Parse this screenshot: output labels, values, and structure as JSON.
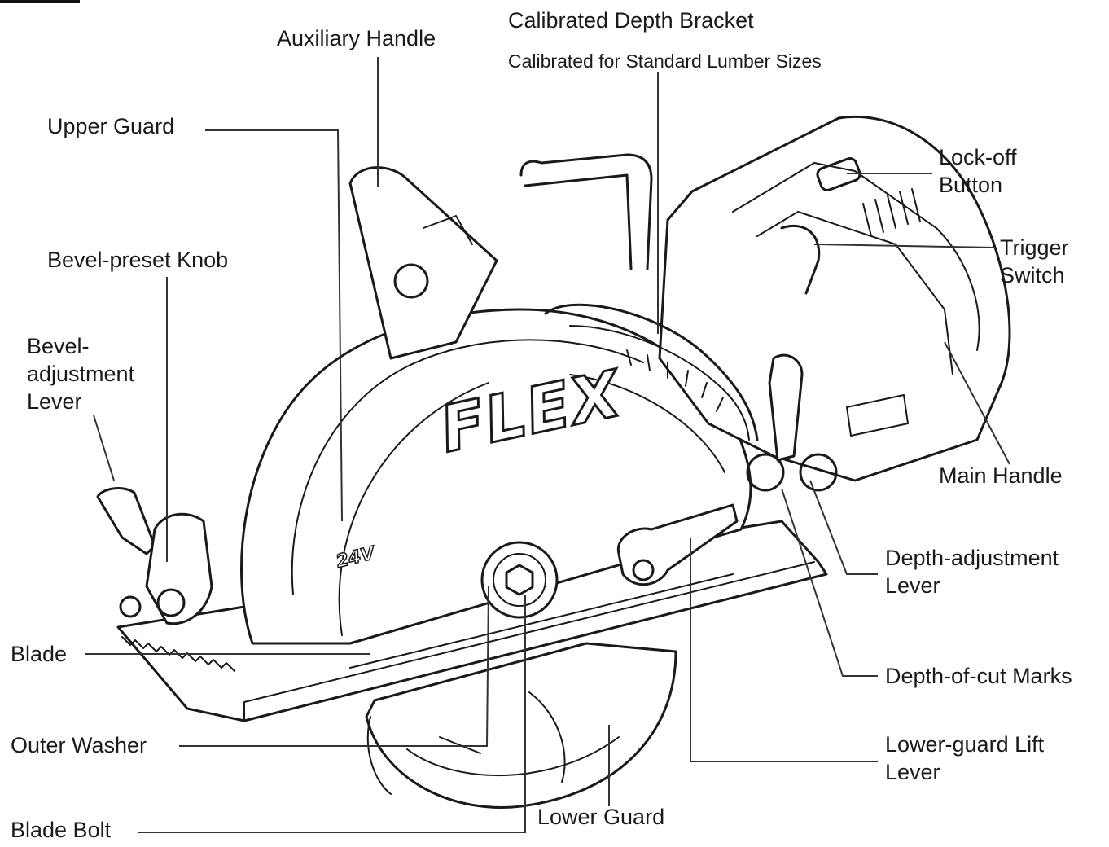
{
  "brand": {
    "logo": "FLEX",
    "voltage": "24V"
  },
  "labels": {
    "calibrated_depth_bracket": "Calibrated Depth Bracket",
    "calibrated_depth_bracket_note": "Calibrated for Standard Lumber Sizes",
    "auxiliary_handle": "Auxiliary Handle",
    "upper_guard": "Upper Guard",
    "lock_off_button": [
      "Lock-off",
      "Button"
    ],
    "trigger_switch": [
      "Trigger",
      "Switch"
    ],
    "bevel_preset_knob": "Bevel-preset Knob",
    "bevel_adjustment_lever": [
      "Bevel-",
      "adjustment",
      "Lever"
    ],
    "main_handle": "Main Handle",
    "depth_adjustment_lever": [
      "Depth-adjustment",
      "Lever"
    ],
    "blade": "Blade",
    "depth_of_cut_marks": "Depth-of-cut Marks",
    "outer_washer": "Outer Washer",
    "lower_guard_lift_lever": [
      "Lower-guard Lift",
      "Lever"
    ],
    "lower_guard": "Lower Guard",
    "blade_bolt": "Blade Bolt"
  }
}
